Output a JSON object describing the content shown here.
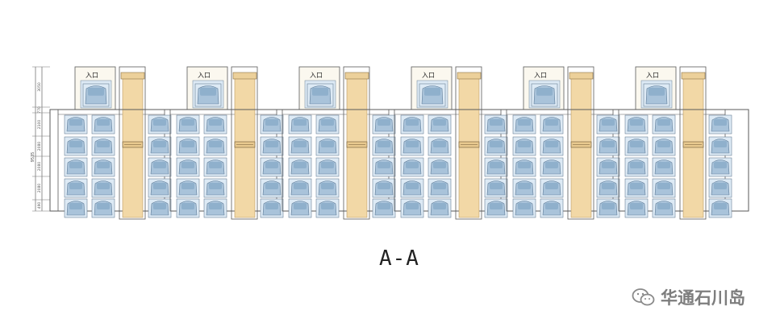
{
  "drawing": {
    "section_label": "A-A",
    "entrance_label": "入口",
    "unit_count": 6,
    "car_levels": 5,
    "dimension_labels": [
      "3050",
      "770",
      "2100",
      "2080",
      "2080",
      "2080",
      "490"
    ],
    "total_dimension": "9535"
  },
  "watermark": {
    "text": "华通石川岛",
    "icon": "wechat-icon"
  },
  "colors": {
    "shaft": "#f2d8a6",
    "car": "#a9c3da",
    "car_top": "#8fb0cc",
    "pallet": "#ddeaf5",
    "line": "#5a5a5a"
  }
}
